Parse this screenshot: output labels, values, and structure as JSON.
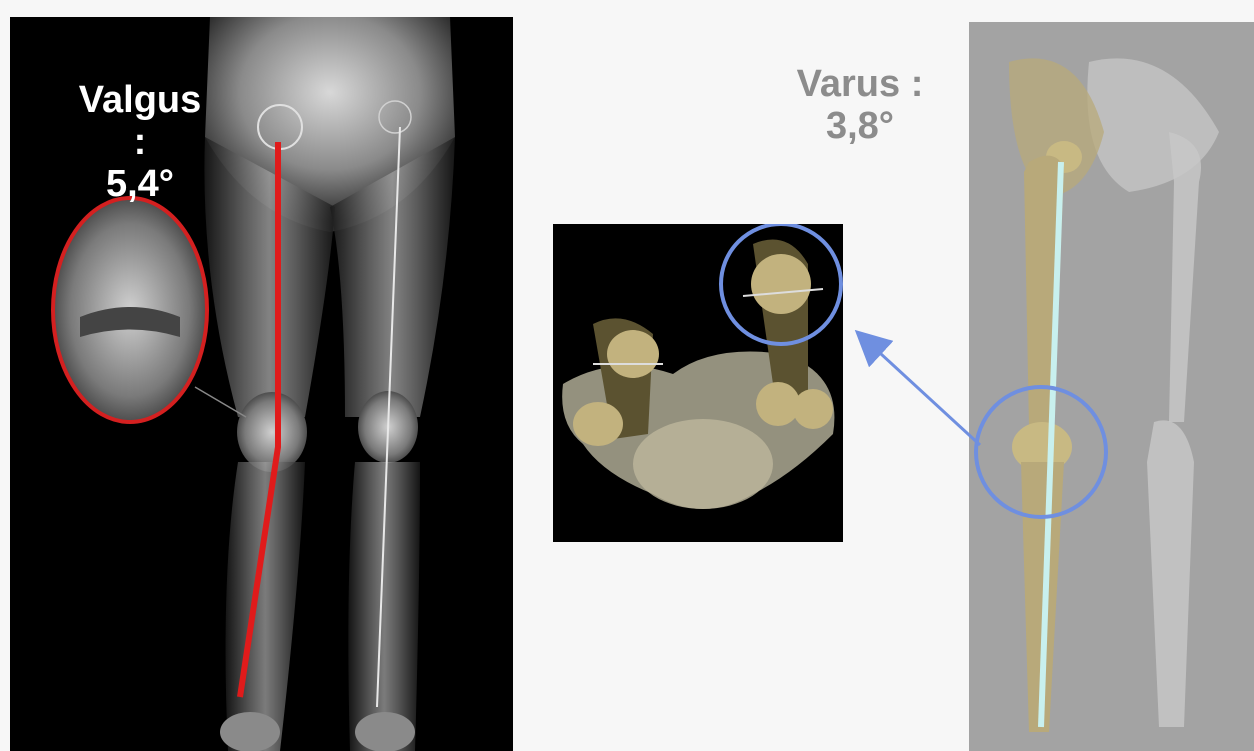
{
  "left_annotation": {
    "term": "Valgus",
    "separator": ":",
    "angle": "5,4°"
  },
  "right_annotation": {
    "term": "Varus",
    "separator": ":",
    "angle": "3,8°"
  },
  "colors": {
    "mechanical_axis_left": "#e01b1b",
    "knee_highlight_left": "#d42020",
    "mechanical_axis_right": "#c8f0ee",
    "knee_highlight_right": "#6f8fe0",
    "bone_model": "#b8a97a"
  }
}
